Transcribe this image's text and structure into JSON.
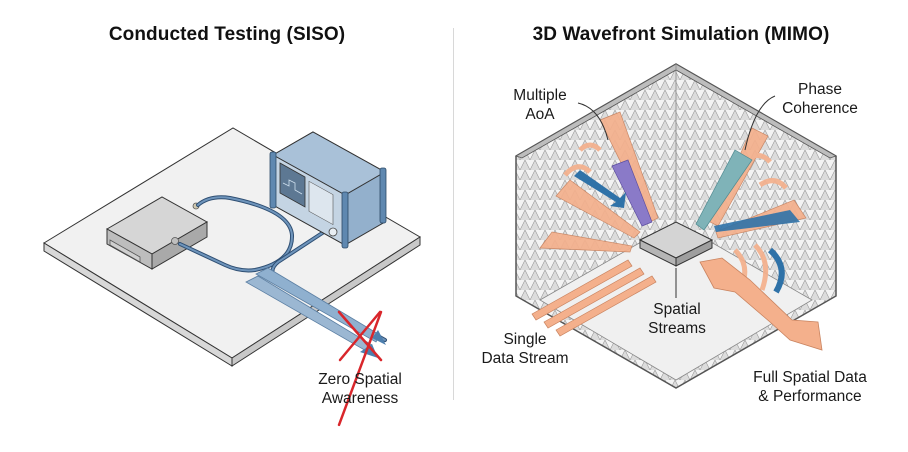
{
  "left_panel": {
    "title": "Conducted Testing (SISO)",
    "callout": [
      "Zero Spatial",
      "Awareness"
    ]
  },
  "right_panel": {
    "title": "3D Wavefront Simulation (MIMO)",
    "callouts": {
      "multiple_aoa": [
        "Multiple",
        "AoA"
      ],
      "phase_coherence": [
        "Phase",
        "Coherence"
      ],
      "spatial_streams": [
        "Spatial",
        "Streams"
      ],
      "single_data_stream": [
        "Single",
        "Data Stream"
      ],
      "full_spatial": [
        "Full Spatial Data",
        "& Performance"
      ]
    }
  },
  "colors": {
    "cable_blue": "#3f6f9c",
    "instrument_blue": "#7d9fc0",
    "wave_orange": "#f4b08c",
    "wave_teal": "#7fb3b8",
    "wave_purple": "#8a7ac8",
    "arrow_blue": "#2f72a8",
    "cross_red": "#d9262b",
    "table_gray": "#efefef"
  }
}
